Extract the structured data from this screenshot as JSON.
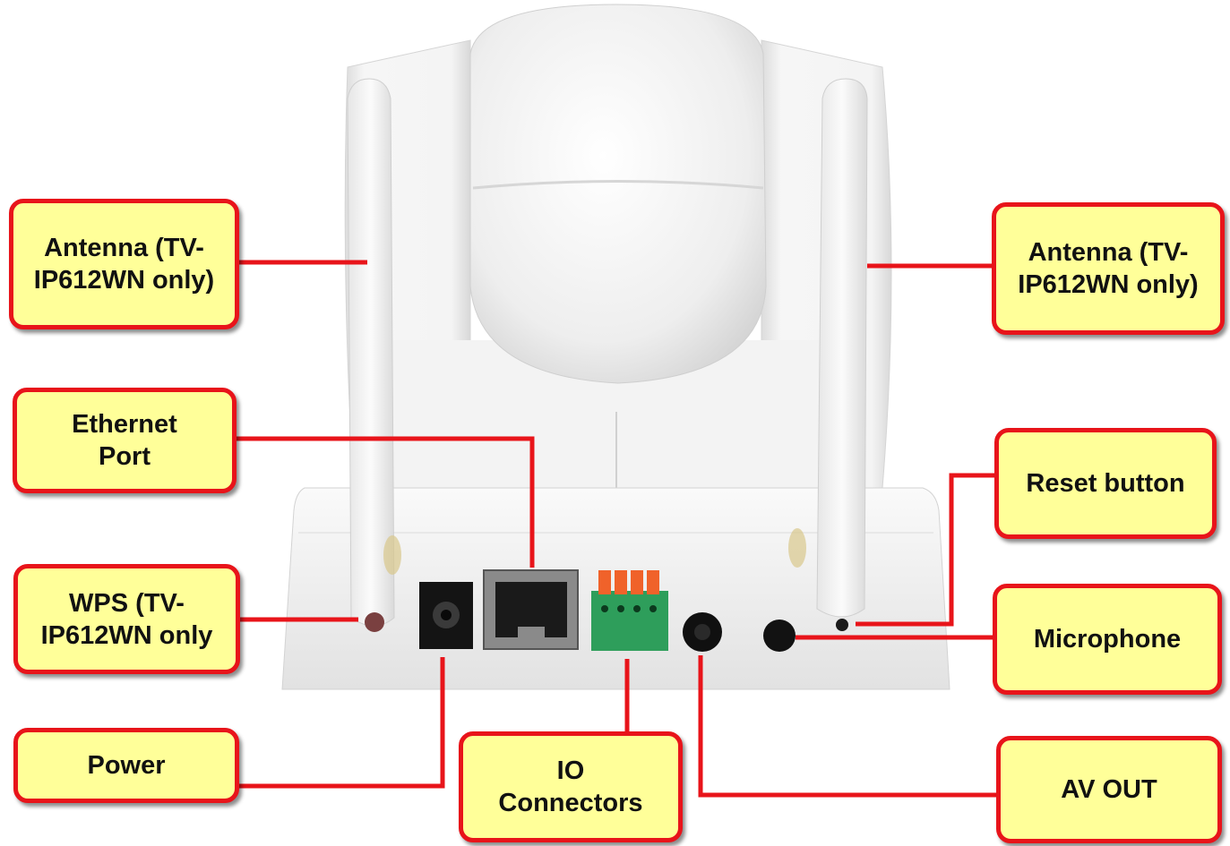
{
  "callouts": {
    "antenna_left": "Antenna (TV-\nIP612WN only)",
    "antenna_right": "Antenna (TV-\nIP612WN only)",
    "ethernet_port": "Ethernet\nPort",
    "wps": "WPS (TV-\nIP612WN only",
    "power": "Power",
    "io_connectors": "IO\nConnectors",
    "reset_button": "Reset button",
    "microphone": "Microphone",
    "av_out": "AV OUT"
  },
  "colors": {
    "callout_fill": "#ffff99",
    "callout_border": "#e8141a",
    "leader_line": "#e8141a",
    "camera_body": "#f2f2f2",
    "io_terminal": "#2e9e5b",
    "io_pins": "#f0622a"
  }
}
